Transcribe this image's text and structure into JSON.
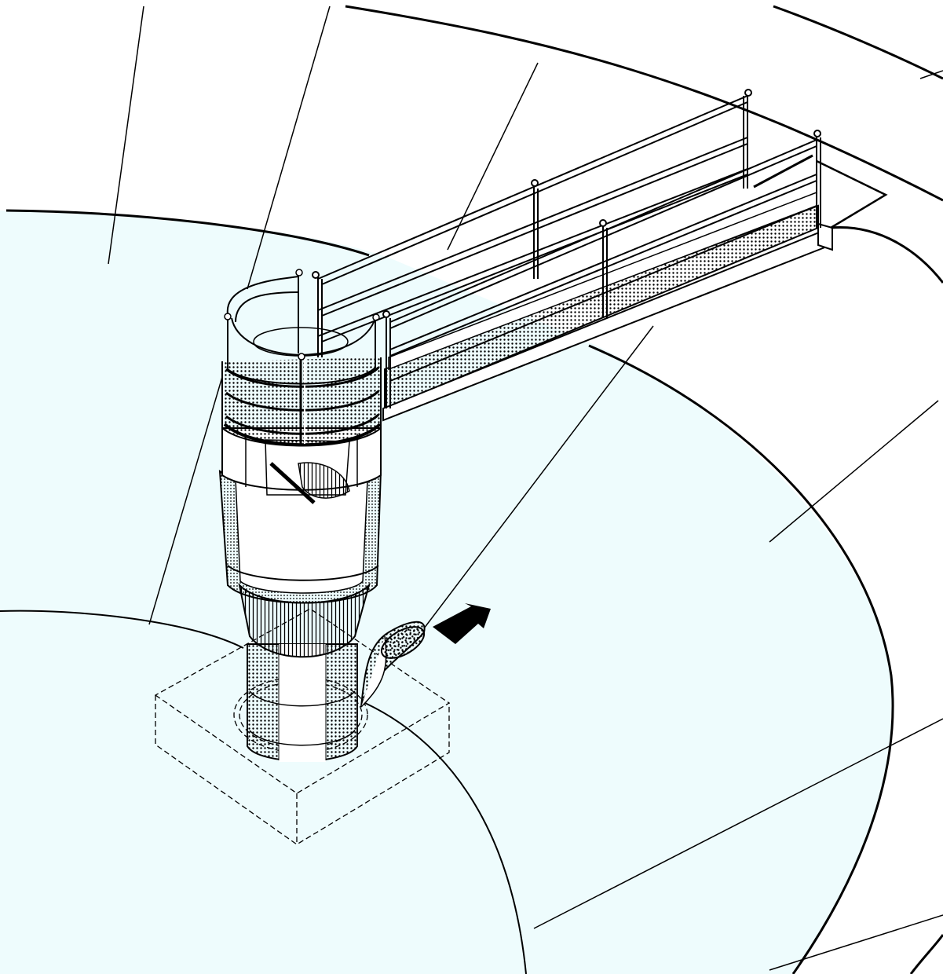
{
  "figure": {
    "labels": [],
    "colors": {
      "tank_fill": "#eefcfd",
      "line": "#000000",
      "background": "#ffffff",
      "column_fill": "#ffffff"
    },
    "parts": [
      "tank-outer-wall",
      "tank-liquid-surface",
      "center-column",
      "feed-well-cage",
      "bridge-walkway",
      "handrails",
      "inlet-pipe",
      "flow-arrow",
      "foundation-pad",
      "leader-lines"
    ]
  }
}
